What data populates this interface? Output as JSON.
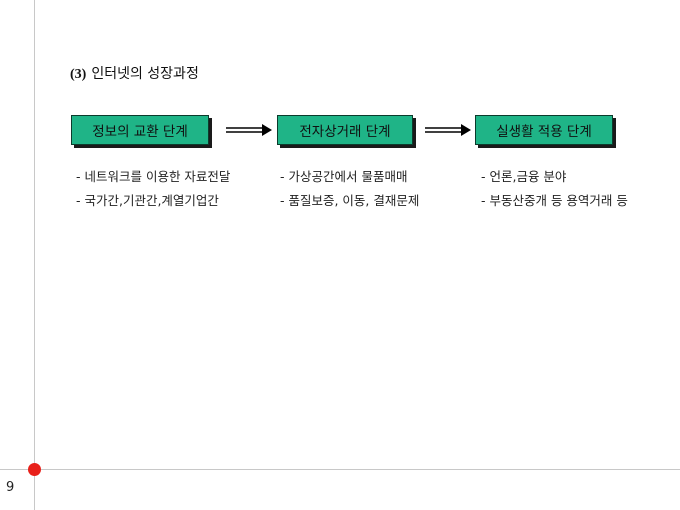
{
  "page": {
    "number": "9",
    "accent_color": "#e8201a",
    "step_color": "#1fb487"
  },
  "section": {
    "number": "(3)",
    "title": "인터넷의 성장과정"
  },
  "steps": [
    {
      "label": "정보의 교환 단계",
      "items": [
        "- 네트워크를 이용한 자료전달",
        "- 국가간,기관간,계열기업간"
      ]
    },
    {
      "label": "전자상거래 단계",
      "items": [
        "- 가상공간에서 물품매매",
        "- 품질보증, 이동, 결재문제"
      ]
    },
    {
      "label": "실생활 적용 단계",
      "items": [
        "- 언론,금융 분야",
        "- 부동산중개 등 용역거래 등"
      ]
    }
  ],
  "icons": {
    "arrow": "right-long-arrow-icon"
  }
}
